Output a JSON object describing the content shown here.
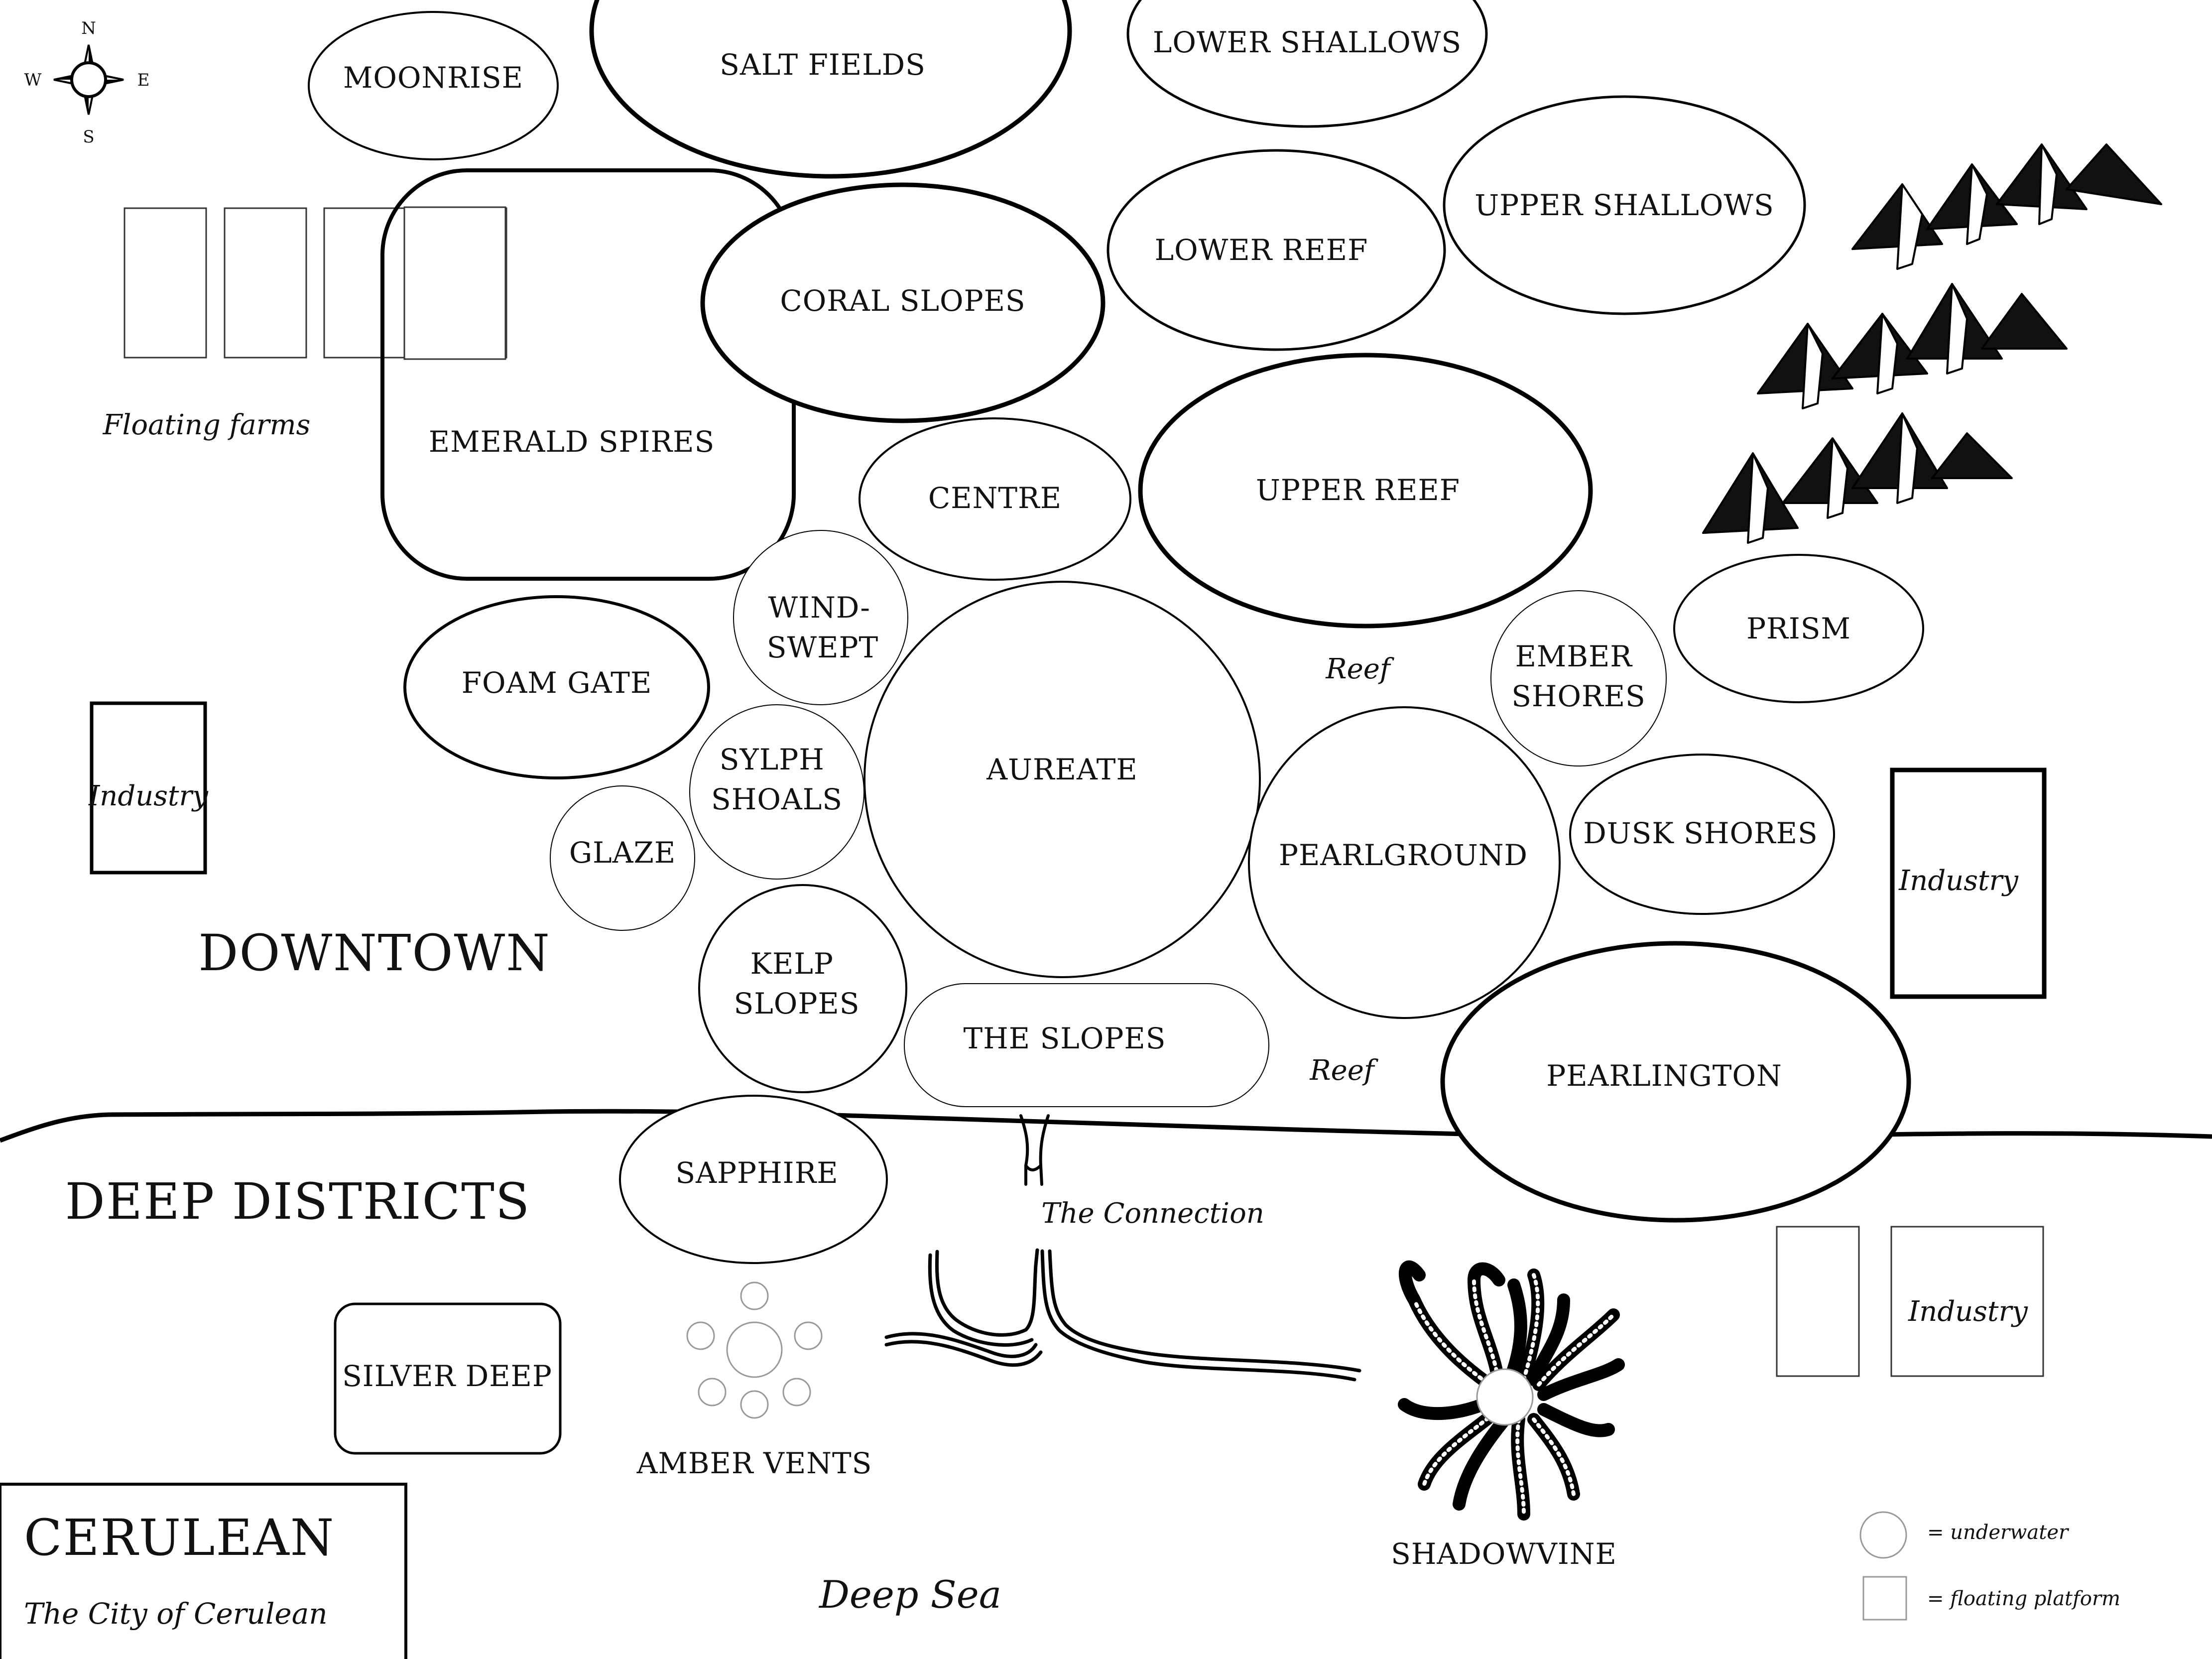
{
  "compass": {
    "n": "N",
    "s": "S",
    "e": "E",
    "w": "W"
  },
  "districts": {
    "moonrise": "MOONRISE",
    "salt_fields": "SALT FIELDS",
    "lower_shallows": "LOWER SHALLOWS",
    "upper_shallows": "UPPER SHALLOWS",
    "lower_reef": "LOWER REEF",
    "coral_slopes": "CORAL SLOPES",
    "emerald_spires": "EMERALD SPIRES",
    "centre": "CENTRE",
    "upper_reef": "UPPER REEF",
    "wind_swept": [
      "WIND-",
      "SWEPT"
    ],
    "foam_gate": "FOAM GATE",
    "sylph_shoals": [
      "SYLPH",
      "SHOALS"
    ],
    "aureate": "AUREATE",
    "glaze": "GLAZE",
    "ember_shores": [
      "EMBER",
      "SHORES"
    ],
    "prism": "PRISM",
    "pearlground": "PEARLGROUND",
    "dusk_shores": "DUSK SHORES",
    "kelp_slopes": [
      "KELP",
      "SLOPES"
    ],
    "the_slopes": "THE SLOPES",
    "pearlington": "PEARLINGTON",
    "sapphire": "SAPPHIRE",
    "silver_deep": "SILVER DEEP",
    "amber_vents": "AMBER VENTS",
    "shadowvine": "SHADOWVINE"
  },
  "labels": {
    "floating_farms": "Floating farms",
    "industry": "Industry",
    "reef": "Reef",
    "the_connection": "The Connection",
    "deep_sea": "Deep Sea"
  },
  "regions": {
    "downtown": "DOWNTOWN",
    "deep_districts": "DEEP DISTRICTS"
  },
  "title_box": {
    "title": "CERULEAN",
    "subtitle": "The City of Cerulean"
  },
  "legend": {
    "underwater": "= underwater",
    "floating_platform": "= floating platform"
  }
}
